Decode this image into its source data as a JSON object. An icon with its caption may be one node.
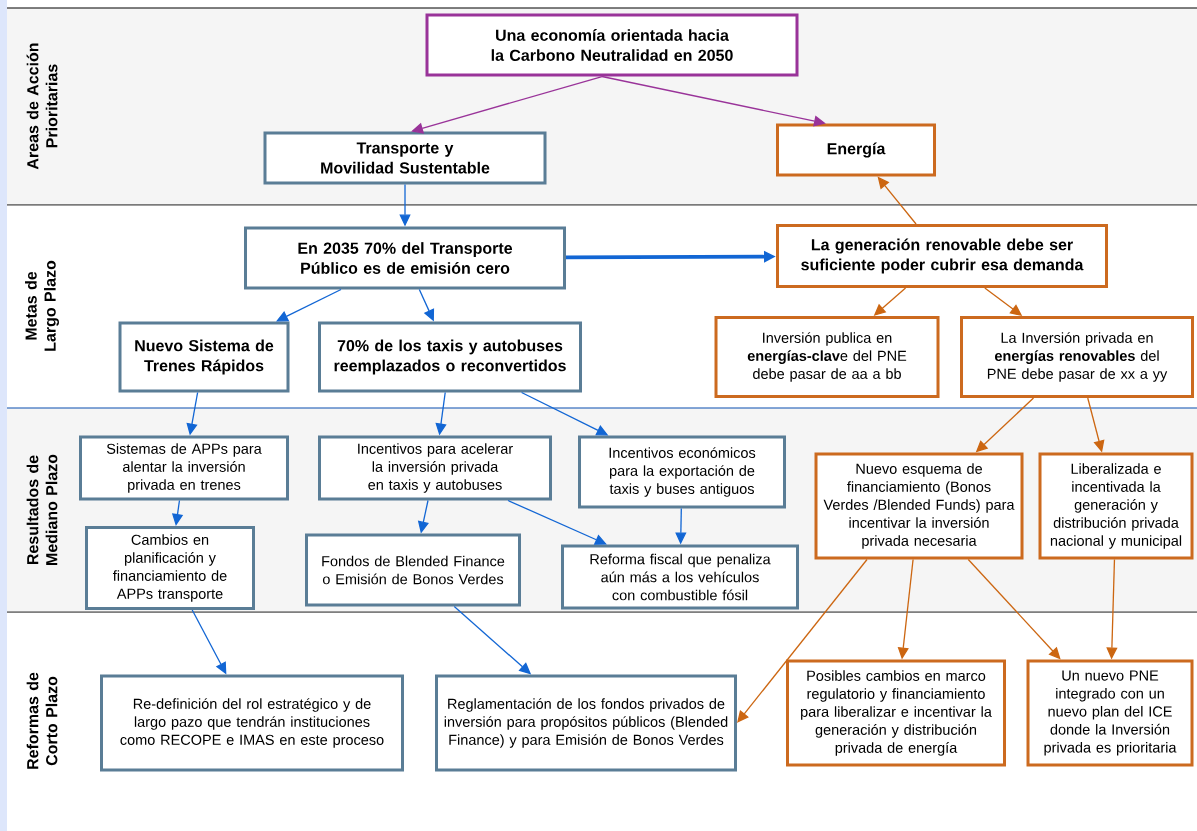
{
  "diagram": {
    "nodes": [
      {
        "text": [
          "Una economía orientada hacia la Carbono Neutralidad en 2050"
        ]
      },
      {
        "text": [
          "Transporte y Movilidad Sustentable"
        ]
      },
      {
        "text": [
          "Energía"
        ]
      },
      {
        "text": [
          "En 2035 70% del Transporte Público es de emisión cero"
        ]
      },
      {
        "text": [
          "La generación renovable debe ser suficiente poder cubrir esa demanda"
        ]
      },
      {
        "text": [
          "Nuevo Sistema de Trenes Rápidos"
        ]
      },
      {
        "text": [
          "70% de los taxis y autobuses reemplazados o reconvertidos"
        ]
      },
      {
        "text": [
          "Inversión publica  en **energías-clav**e del PNE debe pasar de aa a bb"
        ]
      },
      {
        "text": [
          "La Inversión privada en **energías renovables** del PNE debe pasar de xx a yy"
        ]
      },
      {
        "text": [
          "Sistemas de APPs para alentar la inversión privada en trenes"
        ]
      },
      {
        "text": [
          "Incentivos para acelerar  la inversión privada en taxis y autobuses"
        ]
      },
      {
        "text": [
          "Incentivos económicos para la exportación de taxis y buses antiguos"
        ]
      },
      {
        "text": [
          "Nuevo esquema de financiamiento (Bonos Verdes /Blended Funds) para incentivar la inversión privada necesaria"
        ]
      },
      {
        "text": [
          "Liberalizada e incentivada la generación y distribución privada nacional y municipal"
        ]
      },
      {
        "text": [
          "Cambios en planificación y financiamiento de APPs  transporte"
        ]
      },
      {
        "text": [
          "Fondos de Blended Finance o Emisión de Bonos Verdes"
        ]
      },
      {
        "text": [
          "Reforma fiscal que penaliza aún más a los vehículos con combustible fósil"
        ]
      },
      {
        "text": [
          "Re-definición del rol estratégico y de largo pazo que tendrán  instituciones como RECOPE e IMAS  en este proceso"
        ]
      },
      {
        "text": [
          "Reglamentación de los fondos privados de inversión para propósitos públicos (Blended Finance) y para  Emisión de Bonos Verdes"
        ]
      },
      {
        "text": [
          "Posibles cambios en marco regulatorio y financiamiento para liberalizar e incentivar la generación y distribución privada de energía"
        ]
      },
      {
        "text": [
          "Un nuevo PNE integrado con un nuevo plan del ICE donde la Inversión privada es prioritaria"
        ]
      }
    ],
    "edges": [
      {
        "from": 0,
        "to": 1,
        "arrow": "to",
        "color": "#993399"
      },
      {
        "from": 0,
        "to": 2,
        "arrow": "to",
        "color": "#993399"
      },
      {
        "from": 1,
        "to": 3,
        "arrow": "to"
      },
      {
        "from": 3,
        "to": 4,
        "arrow": "to",
        "style": "thick"
      },
      {
        "from": 4,
        "to": 2,
        "arrow": "to",
        "color": "#cc6611"
      },
      {
        "from": 4,
        "to": 7,
        "arrow": "to",
        "color": "#cc6611"
      },
      {
        "from": 4,
        "to": 8,
        "arrow": "to",
        "color": "#cc6611"
      },
      {
        "from": 3,
        "to": 5,
        "arrow": "to"
      },
      {
        "from": 3,
        "to": 6,
        "arrow": "to"
      },
      {
        "from": 5,
        "to": 9,
        "arrow": "to"
      },
      {
        "from": 6,
        "to": 10,
        "arrow": "to"
      },
      {
        "from": 6,
        "to": 11,
        "arrow": "to"
      },
      {
        "from": 9,
        "to": 14,
        "arrow": "to"
      },
      {
        "from": 10,
        "to": 15,
        "arrow": "to"
      },
      {
        "from": 10,
        "to": 16,
        "arrow": "to"
      },
      {
        "from": 11,
        "to": 16,
        "arrow": "to"
      },
      {
        "from": 8,
        "to": 12,
        "arrow": "to",
        "color": "#cc6611"
      },
      {
        "from": 8,
        "to": 13,
        "arrow": "to",
        "color": "#cc6611"
      },
      {
        "from": 14,
        "to": 17,
        "arrow": "to"
      },
      {
        "from": 15,
        "to": 18,
        "arrow": "to"
      },
      {
        "from": 12,
        "to": 18,
        "arrow": "to",
        "color": "#cc6611"
      },
      {
        "from": 12,
        "to": 19,
        "arrow": "to",
        "color": "#cc6611"
      },
      {
        "from": 12,
        "to": 20,
        "arrow": "to",
        "color": "#cc6611"
      },
      {
        "from": 13,
        "to": 20,
        "arrow": "to",
        "color": "#cc6611"
      }
    ],
    "labels": [
      "Areas de Acción Prioritarias",
      "Metas de Largo Plazo",
      "Resultados de Mediano Plazo",
      "Reformas de Corto Plazo"
    ]
  }
}
